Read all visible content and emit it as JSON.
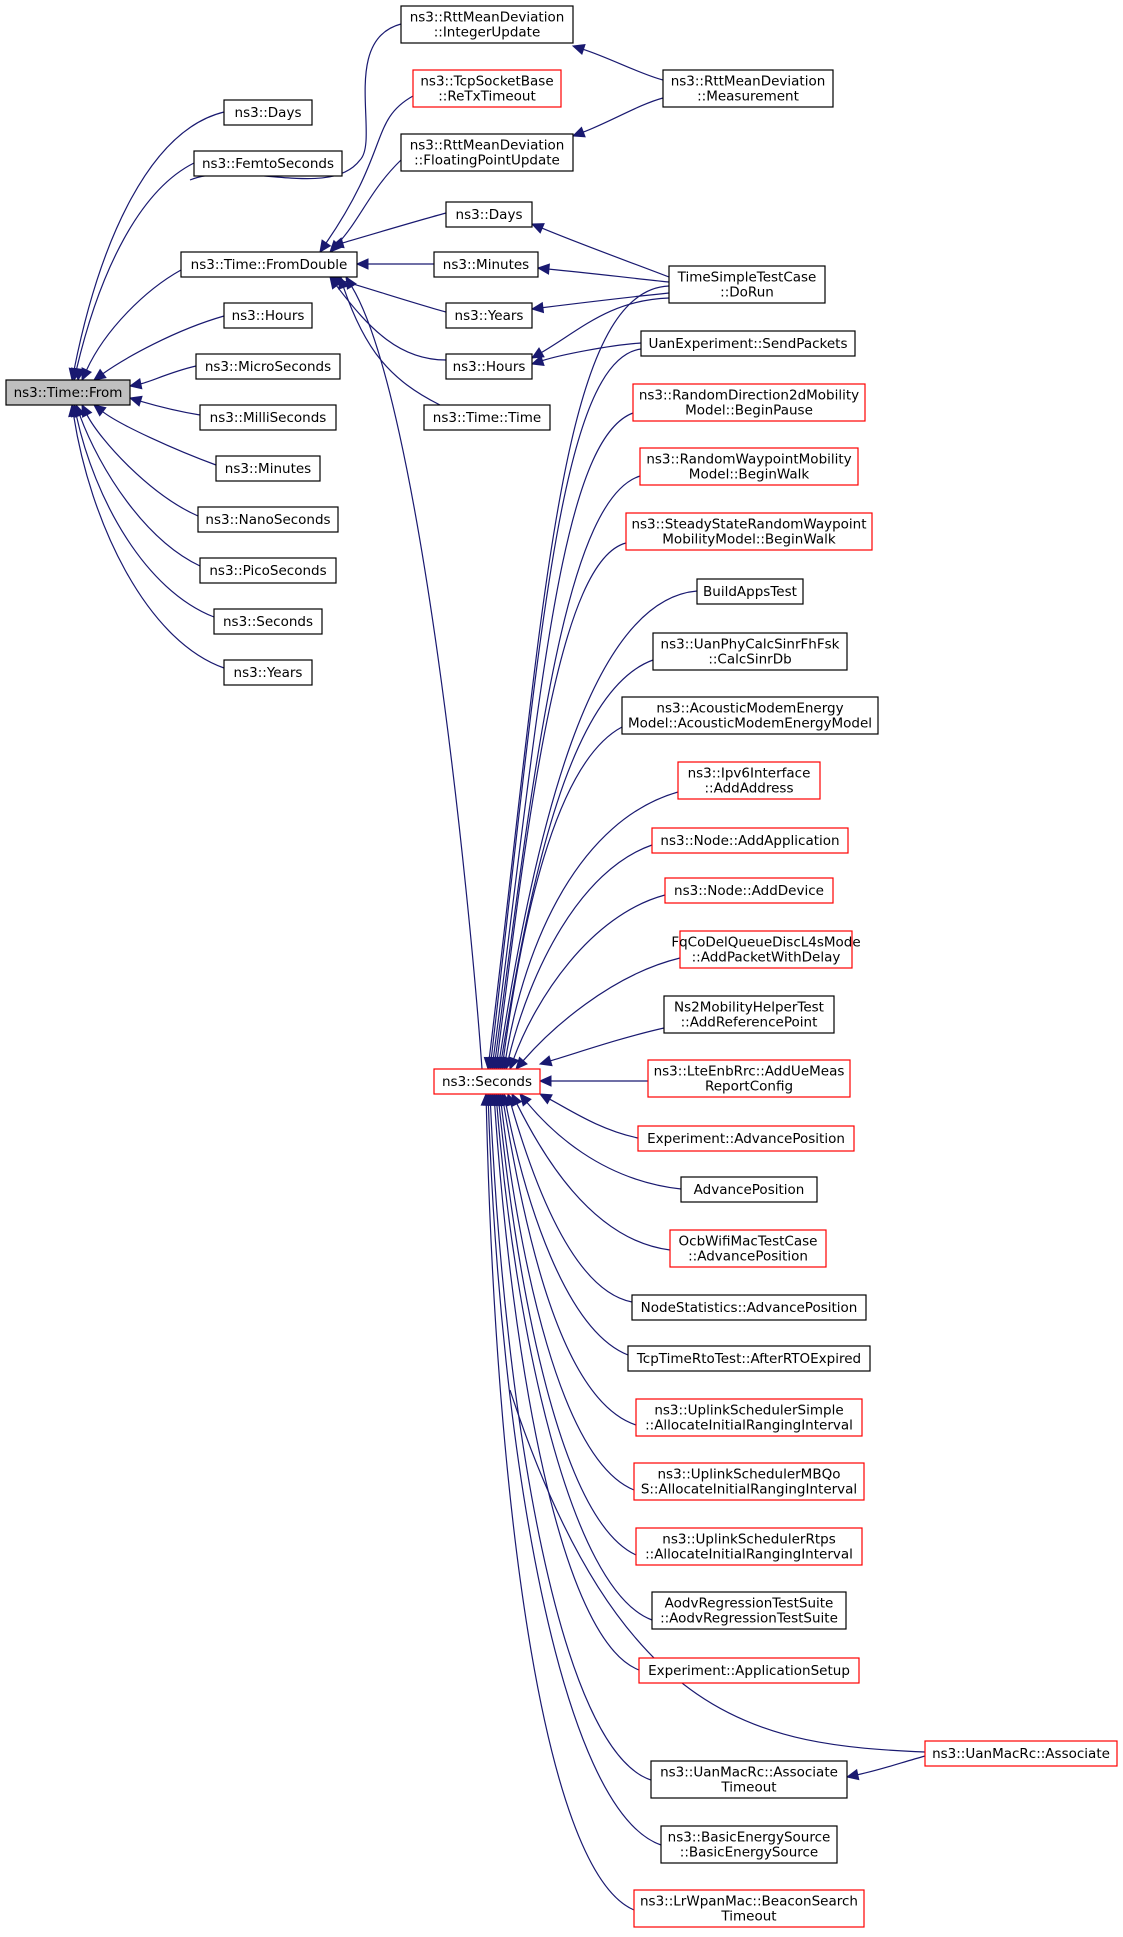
{
  "graph": {
    "title": "",
    "colors": {
      "edge": "#191970",
      "focus_fill": "#bfbfbf",
      "border_normal": "#000000",
      "border_truncated": "#ff0000",
      "node_fill": "#ffffff"
    },
    "nodes": [
      {
        "id": "from",
        "lines": [
          "ns3::Time::From"
        ],
        "style": "focus"
      },
      {
        "id": "days_l",
        "lines": [
          "ns3::Days"
        ],
        "style": "normal"
      },
      {
        "id": "femto",
        "lines": [
          "ns3::FemtoSeconds"
        ],
        "style": "normal"
      },
      {
        "id": "fromdouble",
        "lines": [
          "ns3::Time::FromDouble"
        ],
        "style": "normal"
      },
      {
        "id": "hours_l",
        "lines": [
          "ns3::Hours"
        ],
        "style": "normal"
      },
      {
        "id": "micro",
        "lines": [
          "ns3::MicroSeconds"
        ],
        "style": "normal"
      },
      {
        "id": "milli",
        "lines": [
          "ns3::MilliSeconds"
        ],
        "style": "normal"
      },
      {
        "id": "minutes_l",
        "lines": [
          "ns3::Minutes"
        ],
        "style": "normal"
      },
      {
        "id": "nano",
        "lines": [
          "ns3::NanoSeconds"
        ],
        "style": "normal"
      },
      {
        "id": "pico",
        "lines": [
          "ns3::PicoSeconds"
        ],
        "style": "normal"
      },
      {
        "id": "seconds_l",
        "lines": [
          "ns3::Seconds"
        ],
        "style": "normal"
      },
      {
        "id": "years_l",
        "lines": [
          "ns3::Years"
        ],
        "style": "normal"
      },
      {
        "id": "intupd",
        "lines": [
          "ns3::RttMeanDeviation",
          "::IntegerUpdate"
        ],
        "style": "normal"
      },
      {
        "id": "retx",
        "lines": [
          "ns3::TcpSocketBase",
          "::ReTxTimeout"
        ],
        "style": "truncated"
      },
      {
        "id": "floatupd",
        "lines": [
          "ns3::RttMeanDeviation",
          "::FloatingPointUpdate"
        ],
        "style": "normal"
      },
      {
        "id": "days_m",
        "lines": [
          "ns3::Days"
        ],
        "style": "normal"
      },
      {
        "id": "minutes_m",
        "lines": [
          "ns3::Minutes"
        ],
        "style": "normal"
      },
      {
        "id": "years_m",
        "lines": [
          "ns3::Years"
        ],
        "style": "normal"
      },
      {
        "id": "hours_m",
        "lines": [
          "ns3::Hours"
        ],
        "style": "normal"
      },
      {
        "id": "timetime",
        "lines": [
          "ns3::Time::Time"
        ],
        "style": "normal"
      },
      {
        "id": "seconds_m",
        "lines": [
          "ns3::Seconds"
        ],
        "style": "truncated"
      },
      {
        "id": "measurement",
        "lines": [
          "ns3::RttMeanDeviation",
          "::Measurement"
        ],
        "style": "normal"
      },
      {
        "id": "tstc",
        "lines": [
          "TimeSimpleTestCase",
          "::DoRun"
        ],
        "style": "normal"
      },
      {
        "id": "uansend",
        "lines": [
          "UanExperiment::SendPackets"
        ],
        "style": "normal"
      },
      {
        "id": "rd2d",
        "lines": [
          "ns3::RandomDirection2dMobility",
          "Model::BeginPause"
        ],
        "style": "truncated"
      },
      {
        "id": "rwp",
        "lines": [
          "ns3::RandomWaypointMobility",
          "Model::BeginWalk"
        ],
        "style": "truncated"
      },
      {
        "id": "ssrwp",
        "lines": [
          "ns3::SteadyStateRandomWaypoint",
          "MobilityModel::BeginWalk"
        ],
        "style": "truncated"
      },
      {
        "id": "buildapps",
        "lines": [
          "BuildAppsTest"
        ],
        "style": "normal"
      },
      {
        "id": "uanphy",
        "lines": [
          "ns3::UanPhyCalcSinrFhFsk",
          "::CalcSinrDb"
        ],
        "style": "normal"
      },
      {
        "id": "acoustic",
        "lines": [
          "ns3::AcousticModemEnergy",
          "Model::AcousticModemEnergyModel"
        ],
        "style": "normal"
      },
      {
        "id": "ipv6",
        "lines": [
          "ns3::Ipv6Interface",
          "::AddAddress"
        ],
        "style": "truncated"
      },
      {
        "id": "addapp",
        "lines": [
          "ns3::Node::AddApplication"
        ],
        "style": "truncated"
      },
      {
        "id": "adddev",
        "lines": [
          "ns3::Node::AddDevice"
        ],
        "style": "truncated"
      },
      {
        "id": "fqcodel",
        "lines": [
          "FqCoDelQueueDiscL4sMode",
          "::AddPacketWithDelay"
        ],
        "style": "truncated"
      },
      {
        "id": "ns2mob",
        "lines": [
          "Ns2MobilityHelperTest",
          "::AddReferencePoint"
        ],
        "style": "normal"
      },
      {
        "id": "lteenb",
        "lines": [
          "ns3::LteEnbRrc::AddUeMeas",
          "ReportConfig"
        ],
        "style": "truncated"
      },
      {
        "id": "expadv",
        "lines": [
          "Experiment::AdvancePosition"
        ],
        "style": "truncated"
      },
      {
        "id": "advpos",
        "lines": [
          "AdvancePosition"
        ],
        "style": "normal"
      },
      {
        "id": "ocb",
        "lines": [
          "OcbWifiMacTestCase",
          "::AdvancePosition"
        ],
        "style": "truncated"
      },
      {
        "id": "nodestat",
        "lines": [
          "NodeStatistics::AdvancePosition"
        ],
        "style": "normal"
      },
      {
        "id": "tcprto",
        "lines": [
          "TcpTimeRtoTest::AfterRTOExpired"
        ],
        "style": "normal"
      },
      {
        "id": "ulsimple",
        "lines": [
          "ns3::UplinkSchedulerSimple",
          "::AllocateInitialRangingInterval"
        ],
        "style": "truncated"
      },
      {
        "id": "ulmbqos",
        "lines": [
          "ns3::UplinkSchedulerMBQo",
          "S::AllocateInitialRangingInterval"
        ],
        "style": "truncated"
      },
      {
        "id": "ulrtps",
        "lines": [
          "ns3::UplinkSchedulerRtps",
          "::AllocateInitialRangingInterval"
        ],
        "style": "truncated"
      },
      {
        "id": "aodv",
        "lines": [
          "AodvRegressionTestSuite",
          "::AodvRegressionTestSuite"
        ],
        "style": "normal"
      },
      {
        "id": "expappsetup",
        "lines": [
          "Experiment::ApplicationSetup"
        ],
        "style": "truncated"
      },
      {
        "id": "uanassocto",
        "lines": [
          "ns3::UanMacRc::Associate",
          "Timeout"
        ],
        "style": "normal"
      },
      {
        "id": "basicenergy",
        "lines": [
          "ns3::BasicEnergySource",
          "::BasicEnergySource"
        ],
        "style": "normal"
      },
      {
        "id": "lrwpan",
        "lines": [
          "ns3::LrWpanMac::BeaconSearch",
          "Timeout"
        ],
        "style": "truncated"
      },
      {
        "id": "uanassoc",
        "lines": [
          "ns3::UanMacRc::Associate"
        ],
        "style": "truncated"
      }
    ]
  }
}
